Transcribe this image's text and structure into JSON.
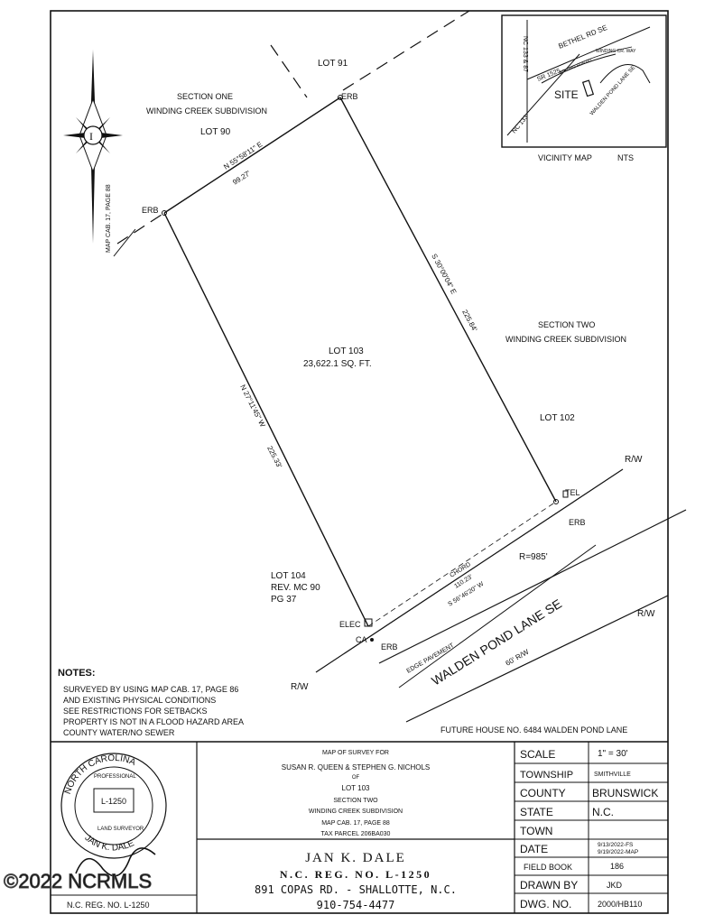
{
  "map": {
    "section_one": "SECTION ONE",
    "subdivision_one": "WINDING CREEK SUBDIVISION",
    "section_two": "SECTION TWO",
    "subdivision_two": "WINDING CREEK SUBDIVISION",
    "lot_91": "LOT 91",
    "lot_90": "LOT 90",
    "lot_102": "LOT 102",
    "lot_103": "LOT 103",
    "lot_103_area": "23,622.1 SQ. FT.",
    "lot_104": "LOT 104",
    "lot_104_rev": "REV. MC 90",
    "lot_104_pg": "PG 37",
    "map_cab_ref": "MAP CAB. 17, PAGE 88",
    "erb": "ERB",
    "tel": "TEL",
    "elec": "ELEC",
    "ca": "CA",
    "rw": "R/W",
    "bearing_north": "N 55°58'11\" E",
    "dist_north": "99.27'",
    "bearing_east": "S 30°00'04\" E",
    "dist_east": "225.84'",
    "bearing_west": "N 27°11'45\" W",
    "dist_west": "225.33'",
    "chord_label": "CHORD",
    "chord_dist": "110.23'",
    "chord_bearing": "S 56°46'20\" W",
    "radius": "R=985'",
    "edge_pavement": "EDGE PAVEMENT",
    "road_name": "WALDEN POND LANE SE",
    "road_width": "60' R/W",
    "future_house": "FUTURE HOUSE NO. 6484 WALDEN POND LANE"
  },
  "vicinity": {
    "bethel_rd": "BETHEL RD SE",
    "nc133_87": "NC 133 & 87",
    "winding_cr": "WINDING CR. WAY",
    "sr1525": "SR 1525",
    "rolling_run": "ROLLING RUN RD",
    "site": "SITE",
    "walden": "WALDEN POND LANE SE",
    "nc133": "NC 133",
    "caption": "VICINITY MAP",
    "nts": "NTS"
  },
  "notes": {
    "title": "NOTES:",
    "lines": [
      "SURVEYED BY USING MAP CAB. 17, PAGE 86",
      "AND EXISTING PHYSICAL CONDITIONS",
      "SEE RESTRICTIONS FOR SETBACKS",
      "PROPERTY IS NOT IN A FLOOD HAZARD AREA",
      "COUNTY WATER/NO SEWER"
    ]
  },
  "seal": {
    "state": "NORTH CAROLINA",
    "professional": "PROFESSIONAL",
    "number": "L-1250",
    "land_surveyor": "LAND SURVEYOR",
    "name": "JAN K. DALE",
    "reg_footer": "N.C. REG. NO. L-1250"
  },
  "title_block": {
    "line1": "MAP OF SURVEY FOR",
    "line2": "SUSAN R. QUEEN & STEPHEN G. NICHOLS",
    "line3": "OF",
    "line4": "LOT 103",
    "line5": "SECTION TWO",
    "line6": "WINDING CREEK SUBDIVISION",
    "line7": "MAP CAB. 17, PAGE 88",
    "line8": "TAX PARCEL 206BA030",
    "surveyor_name": "JAN K. DALE",
    "surveyor_reg": "N.C. REG. NO. L-1250",
    "surveyor_addr": "891 COPAS RD. - SHALLOTTE, N.C.",
    "surveyor_phone": "910-754-4477"
  },
  "info_table": [
    {
      "label": "SCALE",
      "value": "1\" = 30'"
    },
    {
      "label": "TOWNSHIP",
      "value": "SMITHVILLE"
    },
    {
      "label": "COUNTY",
      "value": "BRUNSWICK"
    },
    {
      "label": "STATE",
      "value": "N.C."
    },
    {
      "label": "TOWN",
      "value": ""
    },
    {
      "label": "DATE",
      "value": "9/13/2022-FS",
      "value2": "9/19/2022-MAP"
    },
    {
      "label": "FIELD BOOK",
      "value": "186"
    },
    {
      "label": "DRAWN BY",
      "value": "JKD"
    },
    {
      "label": "DWG. NO.",
      "value": "2000/HB110"
    }
  ],
  "watermark": "©2022 NCRMLS"
}
